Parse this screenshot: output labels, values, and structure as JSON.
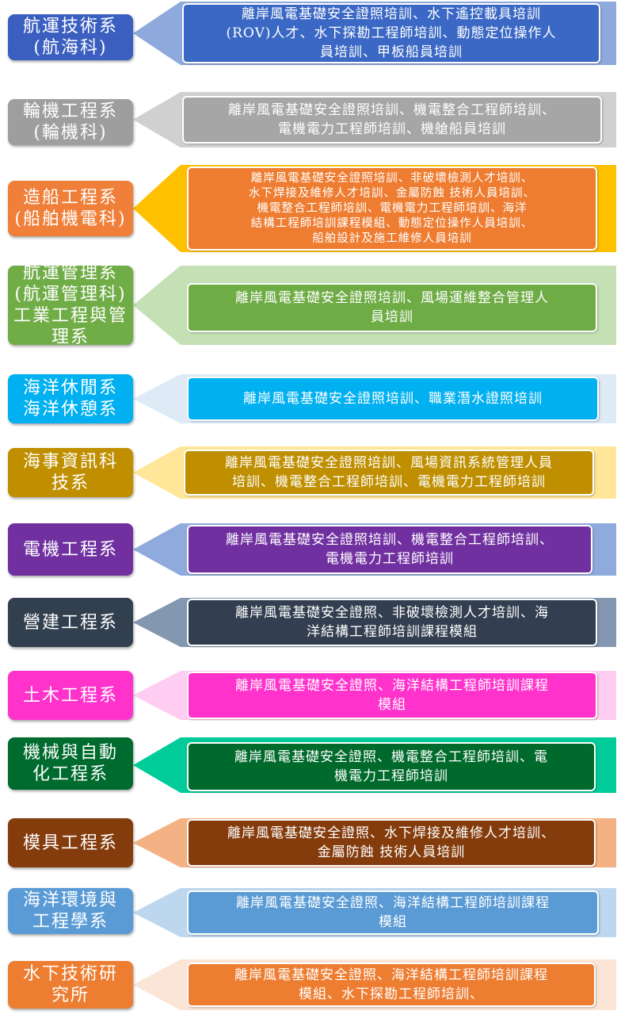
{
  "rows": [
    {
      "dept": "航運技術系\n(航海科)",
      "dept_bg": "#3a5fc0",
      "arrow_fill": "#8ea9db",
      "box_bg": "#3a68c4",
      "box_border": "#ffffff",
      "training": "離岸風電基礎安全證照培訓、水下遙控載具培訓\n(ROV)人才、水下探勘工程師培訓、動態定位操作人\n員培訓、甲板船員培訓"
    },
    {
      "dept": "輪機工程系\n(輪機科)",
      "dept_bg": "#9e9e9e",
      "arrow_fill": "#d0d0d0",
      "box_bg": "#a6a6a6",
      "box_border": "#ffffff",
      "training": "離岸風電基礎安全證照培訓、機電整合工程師培訓、\n電機電力工程師培訓、機艙船員培訓"
    },
    {
      "dept": "造船工程系\n(船舶機電科)",
      "dept_bg": "#ef7f39",
      "arrow_fill": "#ffc000",
      "box_bg": "#ee7d31",
      "box_border": "#ffffff",
      "training": "離岸風電基礎安全證照培訓、非破壞檢測人才培訓、\n水下焊接及維修人才培訓、金屬防蝕 技術人員培訓、\n機電整合工程師培訓、電機電力工程師培訓、海洋\n結構工程師培訓課程模組、動態定位操作人員培訓、\n船舶設計及施工維修人員培訓"
    },
    {
      "dept": "航運管理系\n(航運管理科)\n工業工程與管\n理系",
      "dept_bg": "#70ad47",
      "arrow_fill": "#c5e0b4",
      "box_bg": "#6fac46",
      "box_border": "#ffffff",
      "training": "離岸風電基礎安全證照培訓、風場運維整合管理人\n員培訓"
    },
    {
      "dept": "海洋休閒系\n海洋休憩系",
      "dept_bg": "#00b0f0",
      "arrow_fill": "#deebf7",
      "box_bg": "#00b0f0",
      "box_border": "#ffffff",
      "training": "離岸風電基礎安全證照培訓、職業潛水證照培訓"
    },
    {
      "dept": "海事資訊科\n技系",
      "dept_bg": "#bf8f00",
      "arrow_fill": "#ffe699",
      "box_bg": "#bf8f00",
      "box_border": "#ffffff",
      "training": "離岸風電基礎安全證照培訓、風場資訊系統管理人員\n培訓、機電整合工程師培訓、電機電力工程師培訓"
    },
    {
      "dept": "電機工程系",
      "dept_bg": "#7030a0",
      "arrow_fill": "#8faadc",
      "box_bg": "#7030a0",
      "box_border": "#ffffff",
      "training": "離岸風電基礎安全證照培訓、機電整合工程師培訓、\n電機電力工程師培訓"
    },
    {
      "dept": "營建工程系",
      "dept_bg": "#323f4f",
      "arrow_fill": "#8497b0",
      "box_bg": "#333f50",
      "box_border": "#ffffff",
      "training": "離岸風電基礎安全證照、非破壞檢測人才培訓、海\n洋結構工程師培訓課程模組"
    },
    {
      "dept": "土木工程系",
      "dept_bg": "#ff33cc",
      "arrow_fill": "#ffccf2",
      "box_bg": "#ff33cc",
      "box_border": "#ffffff",
      "training": "離岸風電基礎安全證照、海洋結構工程師培訓課程\n模組"
    },
    {
      "dept": "機械與自動\n化工程系",
      "dept_bg": "#006b2e",
      "arrow_fill": "#00cc99",
      "box_bg": "#006a2c",
      "box_border": "#ffffff",
      "training": "離岸風電基礎安全證照、機電整合工程師培訓、電\n機電力工程師培訓"
    },
    {
      "dept": "模具工程系",
      "dept_bg": "#843c0c",
      "arrow_fill": "#f4b183",
      "box_bg": "#843c0c",
      "box_border": "#ffffff",
      "training": "離岸風電基礎安全證照、水下焊接及維修人才培訓、\n金屬防蝕 技術人員培訓"
    },
    {
      "dept": "海洋環境與\n工程學系",
      "dept_bg": "#5b9bd5",
      "arrow_fill": "#bdd7ee",
      "box_bg": "#5b9bd5",
      "box_border": "#ffffff",
      "training": "離岸風電基礎安全證照、海洋結構工程師培訓課程\n模組"
    },
    {
      "dept": "水下技術研\n究所",
      "dept_bg": "#ed7d31",
      "arrow_fill": "#fbe5d6",
      "box_bg": "#ed7d31",
      "box_border": "#ffffff",
      "training": "離岸風電基礎安全證照、海洋結構工程師培訓課程\n模組、水下探勘工程師培訓、"
    }
  ]
}
